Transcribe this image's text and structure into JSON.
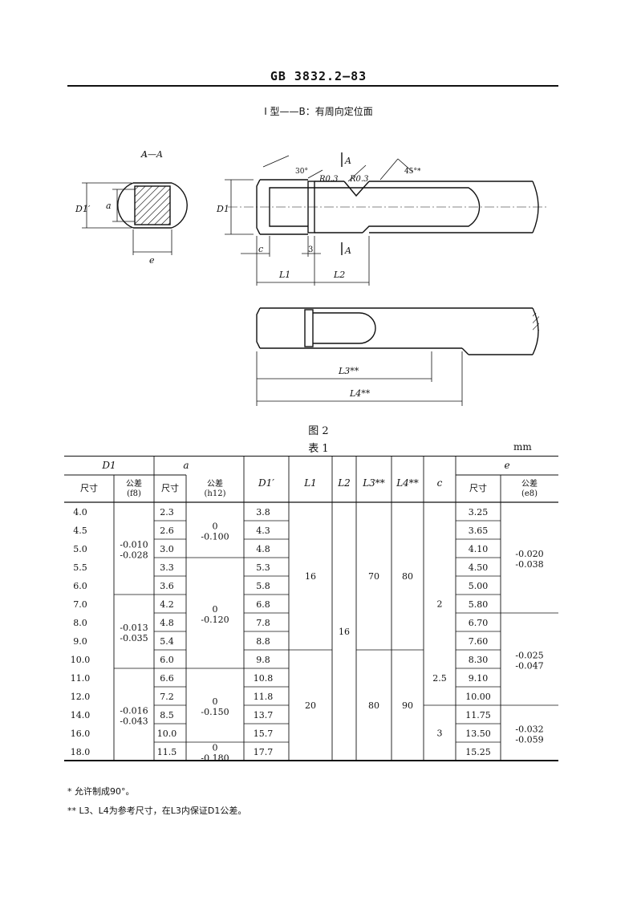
{
  "header": {
    "title": "GB 3832.2—83"
  },
  "subtitle": "I 型——B：有周向定位面",
  "drawing": {
    "section_label": "A—A",
    "dim_labels": {
      "d1_prime": "D1′",
      "a": "a",
      "e": "e",
      "d1": "D1",
      "angle30": "30°",
      "r1": "R0.3",
      "r2": "R0.3",
      "angle45": "45°*",
      "a_top": "A",
      "a_bottom": "A",
      "c": "c",
      "three": "3",
      "l1": "L1",
      "l2": "L2",
      "l3": "L3**",
      "l4": "L4**"
    }
  },
  "figure_label": "图 2",
  "table_label": "表 1",
  "unit": "mm",
  "table": {
    "group_headers": {
      "D1": "D1",
      "a": "a",
      "e": "e"
    },
    "sub_headers": {
      "size": "尺寸",
      "tol_f8": [
        "公差",
        "(f8)"
      ],
      "tol_h12": [
        "公差",
        "(h12)"
      ],
      "tol_e8": [
        "公差",
        "(e8)"
      ]
    },
    "col_headers": {
      "D1p": "D1′",
      "L1": "L1",
      "L2": "L2",
      "L3": "L3**",
      "L4": "L4**",
      "c": "c"
    },
    "D1_sizes": [
      "4.0",
      "4.5",
      "5.0",
      "5.5",
      "6.0",
      "7.0",
      "8.0",
      "9.0",
      "10.0",
      "11.0",
      "12.0",
      "14.0",
      "16.0",
      "18.0"
    ],
    "D1_tol": [
      {
        "rows": [
          0,
          4
        ],
        "upper": "-0.010",
        "lower": "-0.028"
      },
      {
        "rows": [
          5,
          8
        ],
        "upper": "-0.013",
        "lower": "-0.035"
      },
      {
        "rows": [
          9,
          13
        ],
        "upper": "-0.016",
        "lower": "-0.043"
      }
    ],
    "a_sizes": [
      "2.3",
      "2.6",
      "3.0",
      "3.3",
      "3.6",
      "4.2",
      "4.8",
      "5.4",
      "6.0",
      "6.6",
      "7.2",
      "8.5",
      "10.0",
      "11.5"
    ],
    "a_tol": [
      {
        "rows": [
          0,
          2
        ],
        "upper": "0",
        "lower": "-0.100"
      },
      {
        "rows": [
          3,
          8
        ],
        "upper": "0",
        "lower": "-0.120"
      },
      {
        "rows": [
          9,
          12
        ],
        "upper": "0",
        "lower": "-0.150"
      },
      {
        "rows": [
          13,
          13
        ],
        "upper": "0",
        "lower": "-0.180"
      }
    ],
    "D1p": [
      "3.8",
      "4.3",
      "4.8",
      "5.3",
      "5.8",
      "6.8",
      "7.8",
      "8.8",
      "9.8",
      "10.8",
      "11.8",
      "13.7",
      "15.7",
      "17.7"
    ],
    "L1": [
      {
        "rows": [
          0,
          7
        ],
        "value": "16"
      },
      {
        "rows": [
          8,
          13
        ],
        "value": "20"
      }
    ],
    "L2": [
      {
        "rows": [
          0,
          13
        ],
        "value": "16"
      }
    ],
    "L3": [
      {
        "rows": [
          0,
          7
        ],
        "value": "70"
      },
      {
        "rows": [
          8,
          13
        ],
        "value": "80"
      }
    ],
    "L4": [
      {
        "rows": [
          0,
          7
        ],
        "value": "80"
      },
      {
        "rows": [
          8,
          13
        ],
        "value": "90"
      }
    ],
    "c": [
      {
        "rows": [
          0,
          10
        ],
        "value": "2"
      },
      {
        "rows": [
          11,
          13
        ],
        "value": "3"
      }
    ],
    "c_extra": "2.5",
    "e_sizes": [
      "3.25",
      "3.65",
      "4.10",
      "4.50",
      "5.00",
      "5.80",
      "6.70",
      "7.60",
      "8.30",
      "9.10",
      "10.00",
      "11.75",
      "13.50",
      "15.25"
    ],
    "e_tol": [
      {
        "rows": [
          0,
          5
        ],
        "upper": "-0.020",
        "lower": "-0.038"
      },
      {
        "rows": [
          6,
          10
        ],
        "upper": "-0.025",
        "lower": "-0.047"
      },
      {
        "rows": [
          11,
          13
        ],
        "upper": "-0.032",
        "lower": "-0.059"
      }
    ]
  },
  "notes": [
    "* 允许制成90°。",
    "** L3、L4为参考尺寸，在L3内保证D1公差。"
  ]
}
